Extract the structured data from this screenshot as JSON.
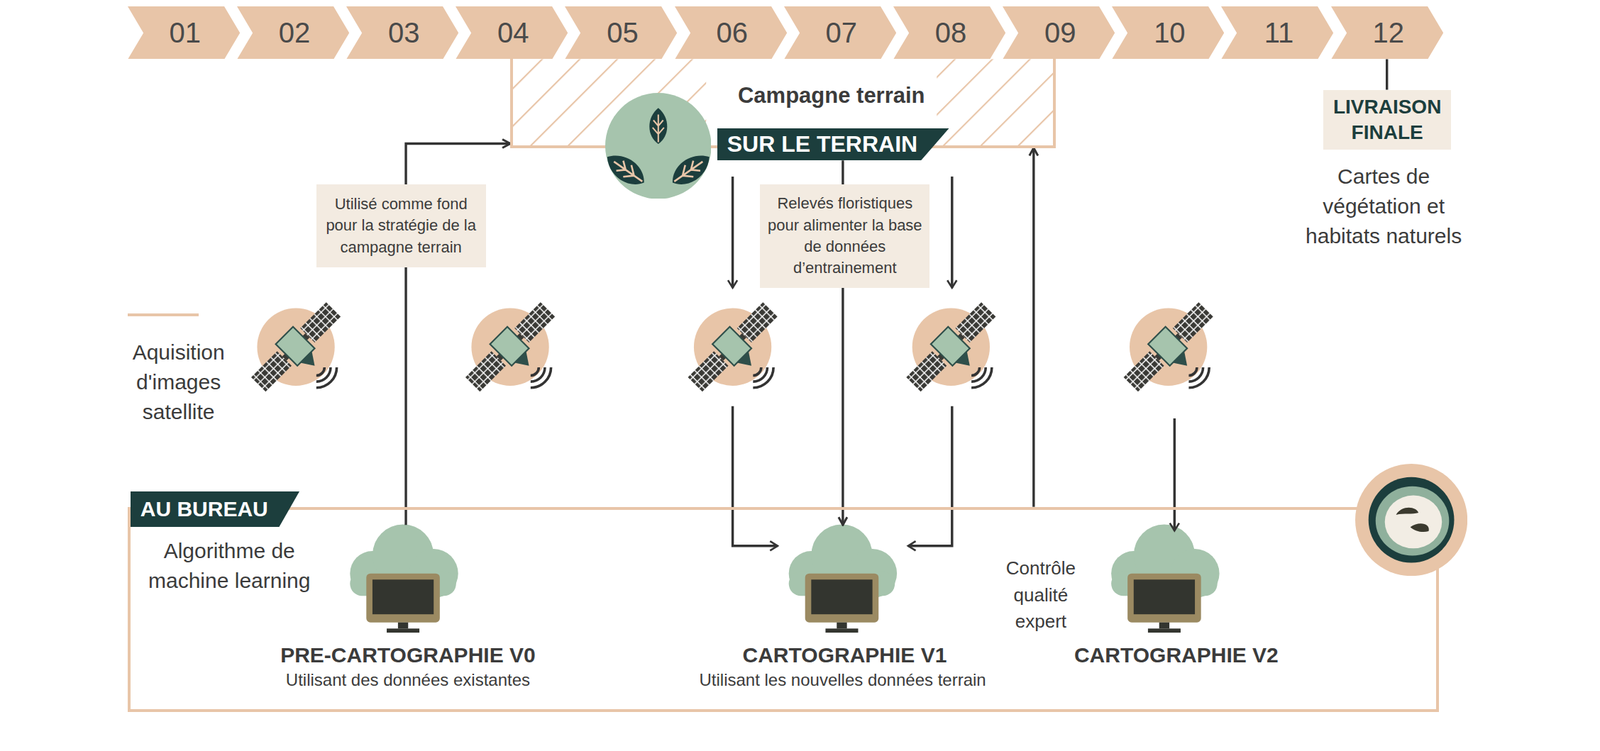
{
  "diagram": {
    "nodes": [
      {
        "text": [
          "01"
        ]
      },
      {
        "text": [
          "02"
        ]
      },
      {
        "text": [
          "03"
        ]
      },
      {
        "text": [
          "04"
        ]
      },
      {
        "text": [
          "05"
        ]
      },
      {
        "text": [
          "06"
        ]
      },
      {
        "text": [
          "07"
        ]
      },
      {
        "text": [
          "08"
        ]
      },
      {
        "text": [
          "09"
        ]
      },
      {
        "text": [
          "10"
        ]
      },
      {
        "text": [
          "11"
        ]
      },
      {
        "text": [
          "12"
        ]
      },
      {
        "text": [
          "Campagne terrain"
        ]
      },
      {
        "text": [
          "SUR LE TERRAIN"
        ],
        "in": 12
      },
      {
        "text": [
          "LIVRAISON FINALE"
        ]
      },
      {
        "text": [
          "Utilisé comme fond pour la stratégie de la campagne terrain"
        ]
      },
      {
        "text": [
          "Relevés floristiques pour alimenter la base de données d’entrainement"
        ]
      },
      {
        "text": [
          "Algorithme de machine learning"
        ]
      },
      {
        "text": [
          "AU BUREAU"
        ],
        "in": 17
      },
      {
        "text": [
          "PRE-CARTOGRAPHIE V0",
          "Utilisant des données existantes"
        ],
        "in": 17
      },
      {
        "text": [
          "CARTOGRAPHIE V1",
          "Utilisant les nouvelles données terrain"
        ],
        "in": 17
      },
      {
        "text": [
          "CARTOGRAPHIE V2"
        ],
        "in": 17
      }
    ],
    "edges": [
      {
        "from": 11,
        "to": 14,
        "arrow": "none"
      },
      {
        "from": 19,
        "to": 12,
        "arrow": "to"
      },
      {
        "from": 13,
        "to": 20,
        "arrow": "to"
      },
      {
        "from": 17,
        "to": 12,
        "arrow": "to",
        "label": "Contrôle qualité expert"
      }
    ],
    "labels": [
      "Cartes de végétation et habitats naturels"
    ],
    "legend": [
      {
        "text": "Aquisition d'images satellite"
      }
    ]
  }
}
